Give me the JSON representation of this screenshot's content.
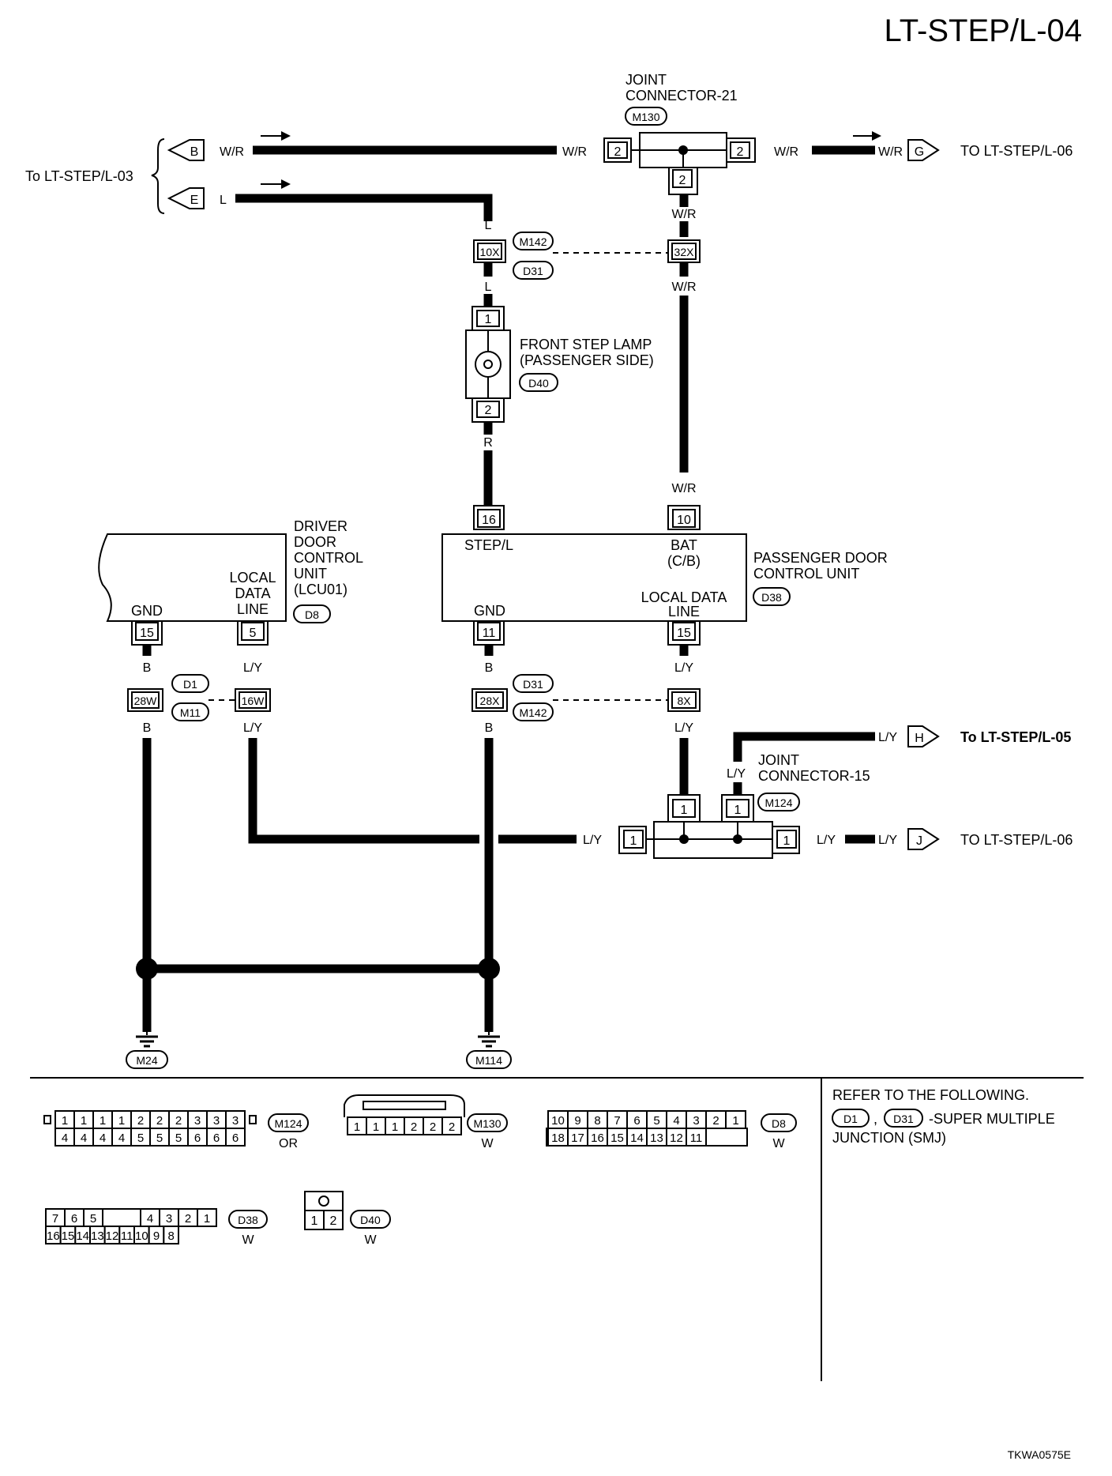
{
  "page_title": "LT-STEP/L-04",
  "figure_id": "TKWA0575E",
  "left_bracket_label": "To LT-STEP/L-03",
  "destinations": {
    "to_06_top": "TO LT-STEP/L-06",
    "to_05": "To LT-STEP/L-05",
    "to_06_bottom": "TO LT-STEP/L-06"
  },
  "connector_letters": {
    "b": "B",
    "e": "E",
    "g": "G",
    "h": "H",
    "j": "J"
  },
  "wire_colors": {
    "wr": "W/R",
    "l": "L",
    "r": "R",
    "b": "B",
    "ly": "L/Y"
  },
  "joint_connector_21": {
    "line1": "JOINT",
    "line2": "CONNECTOR-21",
    "ref": "M130",
    "pin_left": "2",
    "pin_right": "2",
    "pin_bottom": "2"
  },
  "joint_connector_15": {
    "line1": "JOINT",
    "line2": "CONNECTOR-15",
    "ref": "M124",
    "pin_top_left": "1",
    "pin_top_right": "1",
    "pin_left": "1",
    "pin_right": "1"
  },
  "smj_upper": {
    "ref_top": "M142",
    "ref_bottom": "D31",
    "pin_left": "10X",
    "pin_right": "32X"
  },
  "step_lamp": {
    "line1": "FRONT STEP LAMP",
    "line2": "(PASSENGER SIDE)",
    "ref": "D40",
    "pin_top": "1",
    "pin_bottom": "2"
  },
  "passenger_unit": {
    "line1": "PASSENGER DOOR",
    "line2": "CONTROL UNIT",
    "ref": "D38",
    "pin_step": "16",
    "lbl_step": "STEP/L",
    "pin_bat": "10",
    "lbl_bat1": "BAT",
    "lbl_bat2": "(C/B)",
    "pin_gnd": "11",
    "lbl_gnd": "GND",
    "pin_ldl": "15",
    "lbl_ldl1": "LOCAL DATA",
    "lbl_ldl2": "LINE"
  },
  "driver_unit": {
    "line1": "DRIVER",
    "line2": "DOOR",
    "line3": "CONTROL",
    "line4": "UNIT",
    "line5": "(LCU01)",
    "ref": "D8",
    "pin_gnd": "15",
    "lbl_gnd": "GND",
    "pin_ldl": "5",
    "lbl_ldl1": "LOCAL",
    "lbl_ldl2": "DATA",
    "lbl_ldl3": "LINE"
  },
  "smj_left": {
    "ref_top": "D1",
    "ref_bottom": "M11",
    "pin_left": "28W",
    "pin_right": "16W"
  },
  "smj_mid": {
    "ref_top": "D31",
    "ref_bottom": "M142",
    "pin_left": "28X",
    "pin_right": "8X"
  },
  "grounds": {
    "left": "M24",
    "right": "M114"
  },
  "legend": {
    "m124": {
      "ref": "M124",
      "color": "OR",
      "top": [
        "1",
        "1",
        "1",
        "1",
        "2",
        "2",
        "2",
        "3",
        "3",
        "3"
      ],
      "bottom": [
        "4",
        "4",
        "4",
        "4",
        "5",
        "5",
        "5",
        "6",
        "6",
        "6"
      ]
    },
    "m130": {
      "ref": "M130",
      "color": "W",
      "pins": [
        "1",
        "1",
        "1",
        "2",
        "2",
        "2"
      ]
    },
    "d8": {
      "ref": "D8",
      "color": "W",
      "top": [
        "10",
        "9",
        "8",
        "7",
        "6",
        "5",
        "4",
        "3",
        "2",
        "1"
      ],
      "bottom": [
        "18",
        "17",
        "16",
        "15",
        "14",
        "13",
        "12",
        "11"
      ]
    },
    "d38": {
      "ref": "D38",
      "color": "W",
      "top": [
        "7",
        "6",
        "5",
        "4",
        "3",
        "2",
        "1"
      ],
      "bottom": [
        "16",
        "15",
        "14",
        "13",
        "12",
        "11",
        "10",
        "9",
        "8"
      ]
    },
    "d40": {
      "ref": "D40",
      "color": "W",
      "pins": [
        "1",
        "2"
      ]
    },
    "note_line1": "REFER TO THE FOLLOWING.",
    "note_refs": [
      "D1",
      "D31"
    ],
    "note_sep": ",",
    "note_line2": "-SUPER MULTIPLE",
    "note_line3": "JUNCTION (SMJ)"
  }
}
